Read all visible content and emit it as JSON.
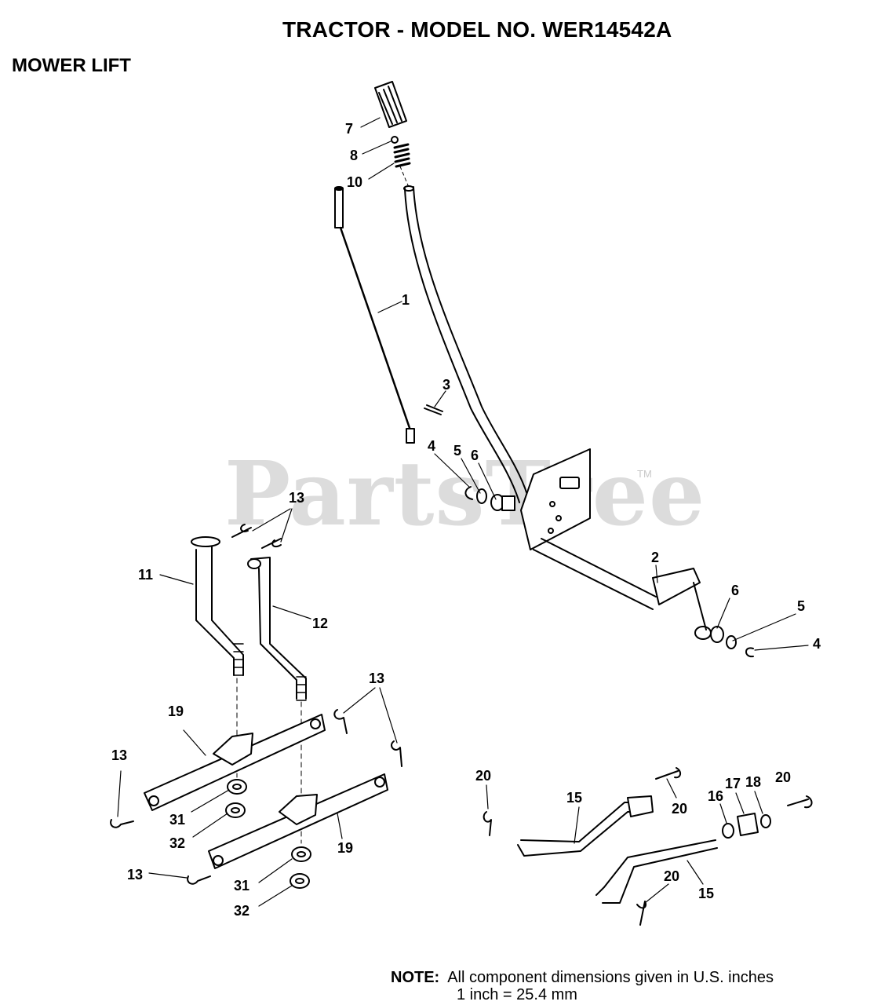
{
  "title": "TRACTOR - MODEL NO. WER14542A",
  "section": "MOWER LIFT",
  "watermark": "PartsTree",
  "trademark": "TM",
  "note": {
    "label": "NOTE:",
    "line1": "All component dimensions given in U.S. inches",
    "line2": "1 inch = 25.4 mm"
  },
  "callouts": {
    "c1": "1",
    "c2": "2",
    "c3": "3",
    "c4a": "4",
    "c4b": "4",
    "c5a": "5",
    "c5b": "5",
    "c6a": "6",
    "c6b": "6",
    "c7": "7",
    "c8": "8",
    "c10": "10",
    "c11": "11",
    "c12": "12",
    "c13a": "13",
    "c13b": "13",
    "c13c": "13",
    "c13d": "13",
    "c15a": "15",
    "c15b": "15",
    "c16": "16",
    "c17": "17",
    "c18": "18",
    "c19a": "19",
    "c19b": "19",
    "c20a": "20",
    "c20b": "20",
    "c20c": "20",
    "c20d": "20",
    "c31a": "31",
    "c31b": "31",
    "c32a": "32",
    "c32b": "32"
  }
}
